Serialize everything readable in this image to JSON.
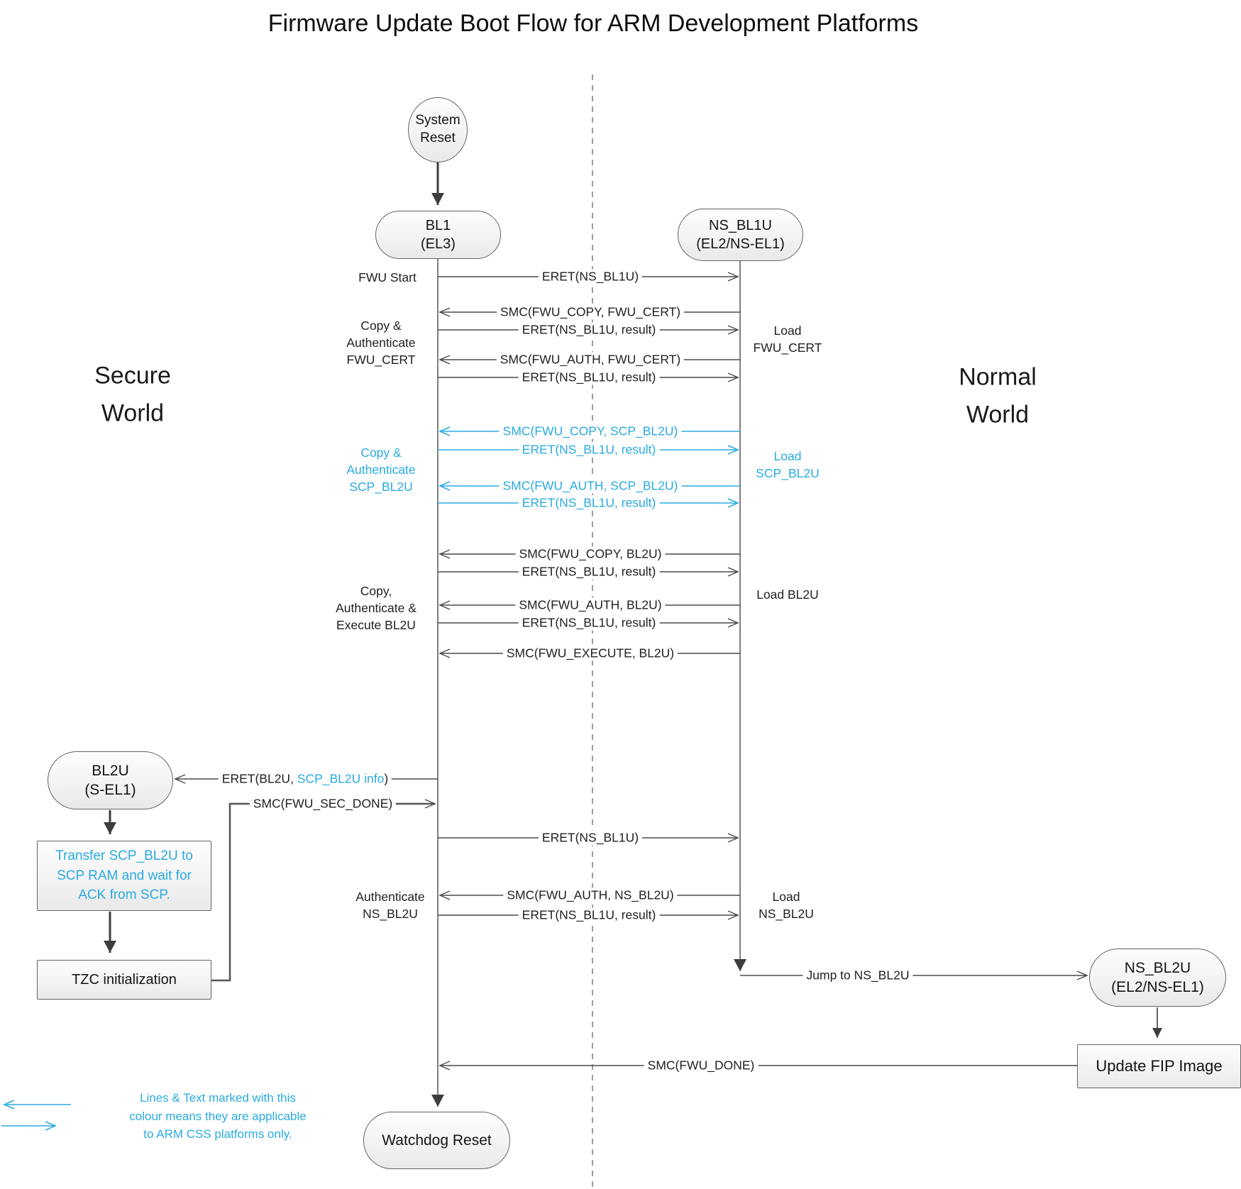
{
  "title": "Firmware Update Boot Flow for ARM Development Platforms",
  "colors": {
    "accent": "#29ABE2",
    "line": "#4a4a4a",
    "node_border": "#636363"
  },
  "regions": {
    "secure": "Secure\nWorld",
    "normal": "Normal\nWorld"
  },
  "nodes": {
    "system_reset": "System\nReset",
    "bl1": "BL1\n(EL3)",
    "ns_bl1u": "NS_BL1U\n(EL2/NS-EL1)",
    "bl2u": "BL2U\n(S-EL1)",
    "ns_bl2u": "NS_BL2U\n(EL2/NS-EL1)",
    "transfer_scp": "Transfer SCP_BL2U to\nSCP RAM and wait for\nACK from SCP.",
    "tzc": "TZC initialization",
    "update_fip": "Update FIP Image",
    "watchdog": "Watchdog Reset"
  },
  "messages": [
    {
      "label": "ERET(NS_BL1U)",
      "dir": "to-normal",
      "css_only": false
    },
    {
      "label": "SMC(FWU_COPY, FWU_CERT)",
      "dir": "to-secure",
      "css_only": false
    },
    {
      "label": "ERET(NS_BL1U, result)",
      "dir": "to-normal",
      "css_only": false
    },
    {
      "label": "SMC(FWU_AUTH, FWU_CERT)",
      "dir": "to-secure",
      "css_only": false
    },
    {
      "label": "ERET(NS_BL1U, result)",
      "dir": "to-normal",
      "css_only": false
    },
    {
      "label": "SMC(FWU_COPY, SCP_BL2U)",
      "dir": "to-secure",
      "css_only": true
    },
    {
      "label": "ERET(NS_BL1U, result)",
      "dir": "to-normal",
      "css_only": true
    },
    {
      "label": "SMC(FWU_AUTH, SCP_BL2U)",
      "dir": "to-secure",
      "css_only": true
    },
    {
      "label": "ERET(NS_BL1U, result)",
      "dir": "to-normal",
      "css_only": true
    },
    {
      "label": "SMC(FWU_COPY, BL2U)",
      "dir": "to-secure",
      "css_only": false
    },
    {
      "label": "ERET(NS_BL1U, result)",
      "dir": "to-normal",
      "css_only": false
    },
    {
      "label": "SMC(FWU_AUTH, BL2U)",
      "dir": "to-secure",
      "css_only": false
    },
    {
      "label": "ERET(NS_BL1U, result)",
      "dir": "to-normal",
      "css_only": false
    },
    {
      "label": "SMC(FWU_EXECUTE, BL2U)",
      "dir": "to-secure",
      "css_only": false
    },
    {
      "prefix": "ERET(BL2U, ",
      "highlight": "SCP_BL2U info",
      "suffix": ")",
      "dir": "to-bl2u",
      "css_only": false
    },
    {
      "label": "SMC(FWU_SEC_DONE)",
      "dir": "to-bl1",
      "css_only": false
    },
    {
      "label": "ERET(NS_BL1U)",
      "dir": "to-normal",
      "css_only": false
    },
    {
      "label": "SMC(FWU_AUTH, NS_BL2U)",
      "dir": "to-secure",
      "css_only": false
    },
    {
      "label": "ERET(NS_BL1U, result)",
      "dir": "to-normal",
      "css_only": false
    },
    {
      "label": "Jump to NS_BL2U",
      "dir": "to-ns-bl2u",
      "css_only": false
    },
    {
      "label": "SMC(FWU_DONE)",
      "dir": "to-secure",
      "css_only": false
    }
  ],
  "side_labels": {
    "left": [
      {
        "text": "FWU Start",
        "css_only": false
      },
      {
        "text": "Copy &\nAuthenticate\nFWU_CERT",
        "css_only": false
      },
      {
        "text": "Copy &\nAuthenticate\nSCP_BL2U",
        "css_only": true
      },
      {
        "text": "Copy,\nAuthenticate &\nExecute BL2U",
        "css_only": false
      },
      {
        "text": "Authenticate\nNS_BL2U",
        "css_only": false
      }
    ],
    "right": [
      {
        "text": "Load\nFWU_CERT",
        "css_only": false
      },
      {
        "text": "Load\nSCP_BL2U",
        "css_only": true
      },
      {
        "text": "Load BL2U",
        "css_only": false
      },
      {
        "text": "Load\nNS_BL2U",
        "css_only": false
      }
    ]
  },
  "legend": {
    "text": "Lines & Text marked with this\ncolour means they are applicable\nto ARM CSS platforms only."
  }
}
